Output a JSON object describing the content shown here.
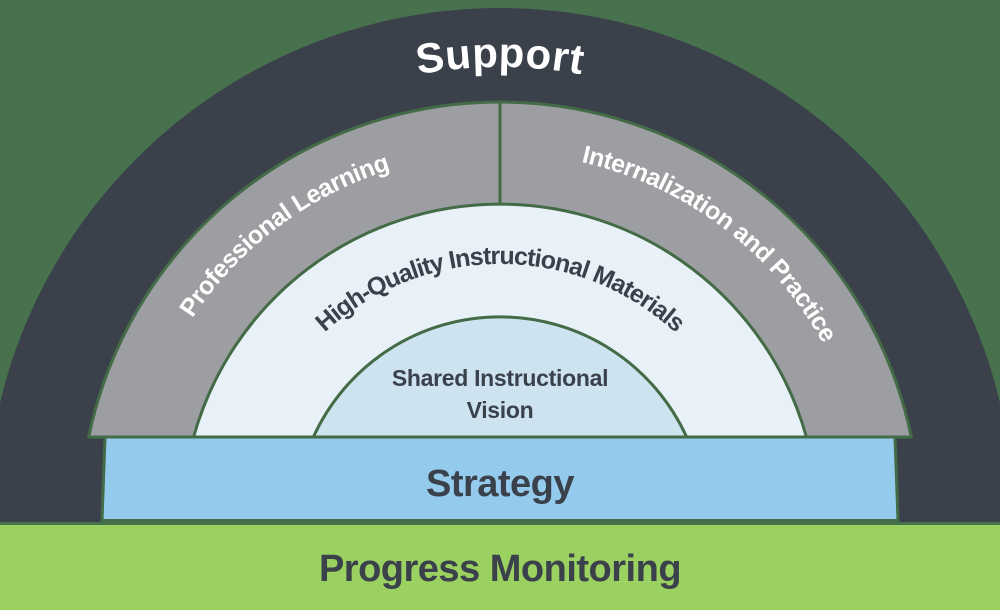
{
  "diagram": {
    "name": "instructional-framework-arch",
    "background_color": "#48714d",
    "border_color": "#436b46",
    "arch": {
      "support": {
        "label": "Support",
        "fill": "#3a414b",
        "text_color": "#ffffff"
      },
      "middle_ring": {
        "fill": "#9d9ea1",
        "text_color": "#ffffff",
        "segments": [
          {
            "label": "Professional Learning"
          },
          {
            "label": "Internalization and Practice"
          }
        ]
      },
      "materials_ring": {
        "label": "High-Quality Instructional Materials",
        "fill": "#e8f1f8",
        "text_color": "#3a414b"
      },
      "vision_core": {
        "label": "Shared Instructional Vision",
        "label_lines": [
          "Shared Instructional",
          "Vision"
        ],
        "fill": "#cde3f0",
        "text_color": "#3a414b"
      }
    },
    "bars": {
      "strategy": {
        "label": "Strategy",
        "fill": "#94cbed",
        "text_color": "#3a414b"
      },
      "progress_monitoring": {
        "label": "Progress Monitoring",
        "fill": "#9ad161",
        "text_color": "#3a414b"
      }
    }
  }
}
